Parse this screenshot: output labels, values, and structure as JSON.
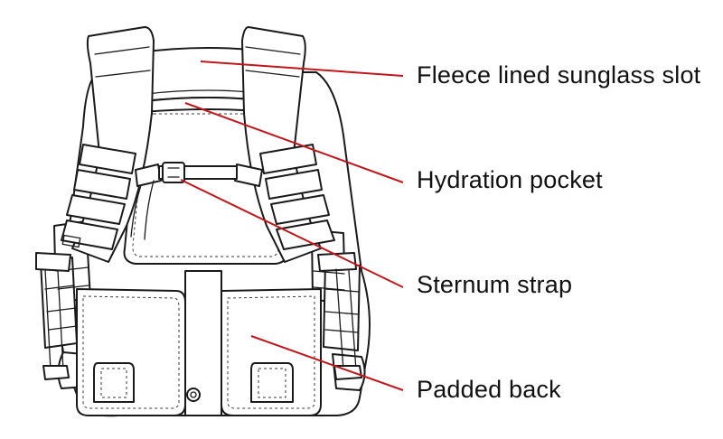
{
  "diagram": {
    "callouts": [
      {
        "id": "sunglass-slot",
        "label": "Fleece lined sunglass slot"
      },
      {
        "id": "hydration-pocket",
        "label": "Hydration pocket"
      },
      {
        "id": "sternum-strap",
        "label": "Sternum strap"
      },
      {
        "id": "padded-back",
        "label": "Padded back"
      }
    ],
    "leader_color": "#c0171d"
  }
}
